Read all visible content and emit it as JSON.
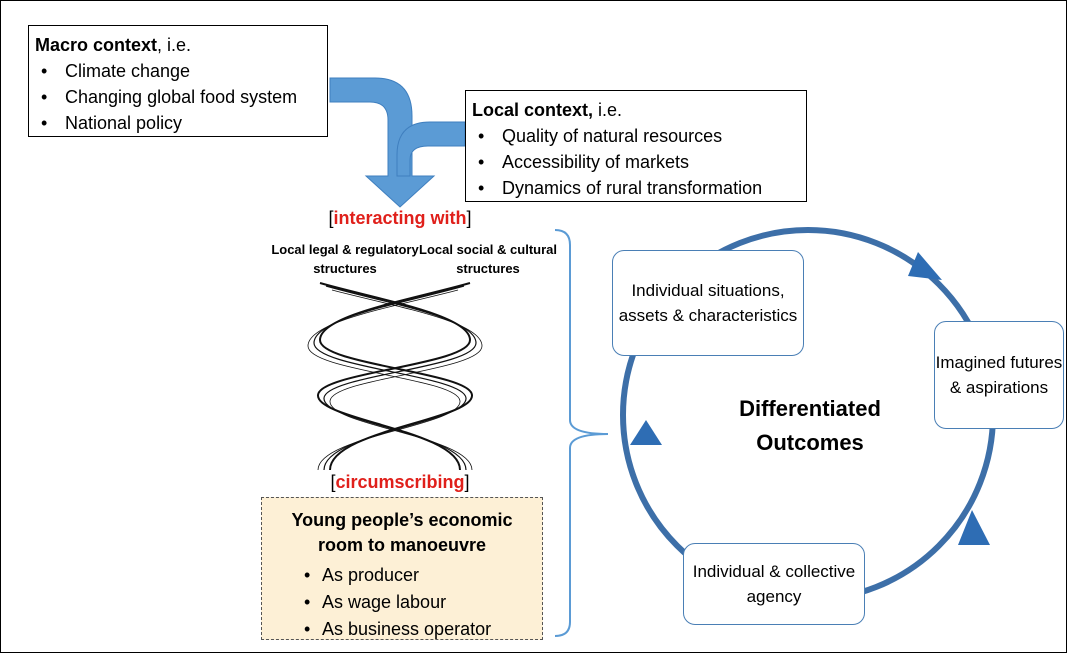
{
  "macro": {
    "heading_bold": "Macro context",
    "heading_rest": ", i.e.",
    "items": [
      "Climate change",
      "Changing global food system",
      "National policy"
    ]
  },
  "local": {
    "heading_bold": "Local context,",
    "heading_rest": " i.e.",
    "items": [
      "Quality of natural resources",
      "Accessibility of markets",
      "Dynamics of rural transformation"
    ]
  },
  "interacting": {
    "open": "[",
    "text": "interacting with",
    "close": "]"
  },
  "circumscribing": {
    "open": "[",
    "text": "circumscribing",
    "close": "]"
  },
  "strands": {
    "left": "Local legal & regulatory structures",
    "right": "Local social & cultural structures"
  },
  "young": {
    "title_line1": "Young people’s economic",
    "title_line2": "room to manoeuvre",
    "items": [
      "As producer",
      "As wage labour",
      "As business operator"
    ]
  },
  "cycle": {
    "center_line1": "Differentiated",
    "center_line2": "Outcomes",
    "box1": "Individual situations, assets & characteristics",
    "box2": "Imagined futures & aspirations",
    "box3": "Individual & collective agency"
  },
  "colors": {
    "arrow_blue": "#5b9bd5",
    "cycle_blue": "#3d6fa8",
    "red": "#e0201b",
    "box_fill": "#fdf0d6"
  }
}
